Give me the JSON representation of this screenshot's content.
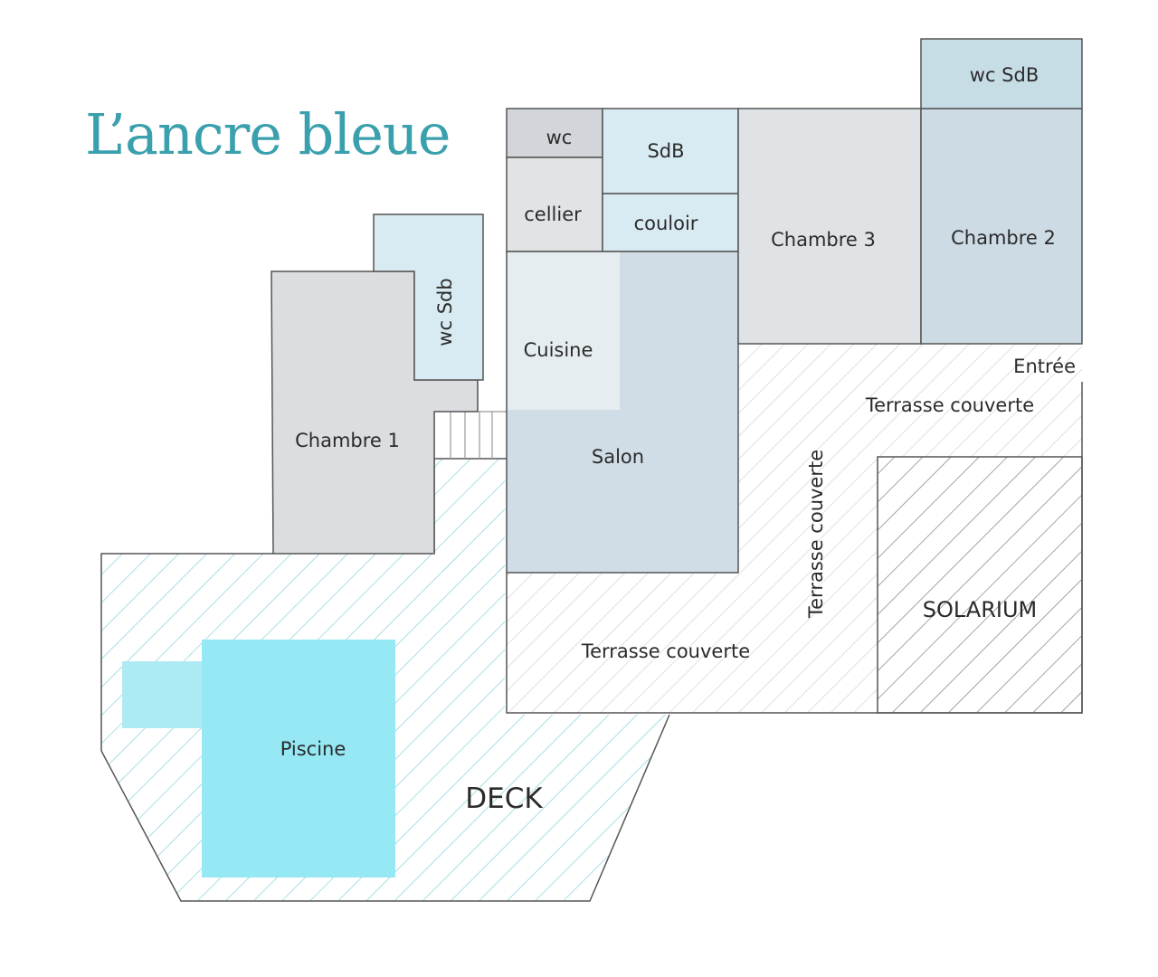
{
  "brand": {
    "name": "L’ancre bleue",
    "color": "#3aa0ad"
  },
  "rooms": {
    "wc_sdb_top": "wc SdB",
    "wc": "wc",
    "sdb": "SdB",
    "cellier": "cellier",
    "couloir": "couloir",
    "chambre3": "Chambre 3",
    "chambre2": "Chambre 2",
    "wc_sdb_side": "wc Sdb",
    "cuisine": "Cuisine",
    "chambre1": "Chambre 1",
    "salon": "Salon",
    "entree": "Entrée",
    "terrasse_top": "Terrasse couverte",
    "terrasse_vertical": "Terrasse couverte",
    "terrasse_bottom": "Terrasse couverte",
    "solarium": "SOLARIUM",
    "piscine": "Piscine",
    "deck": "DECK"
  },
  "colors": {
    "room_grey": "#dcdde0",
    "room_blue": "#d9ebf2",
    "room_slate": "#d0dde6",
    "pool": "#95e8f4",
    "deck_hatch": "#a8dde4",
    "terrace_hatch": "#c9c9c9",
    "outline": "#555555"
  }
}
